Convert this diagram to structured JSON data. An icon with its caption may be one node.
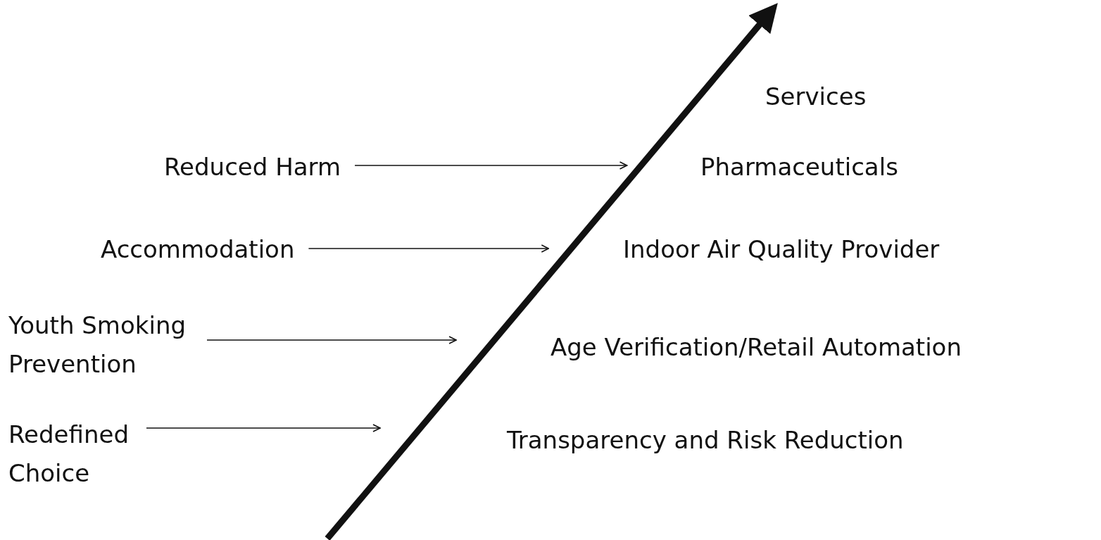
{
  "diagram": {
    "nodes": [
      {
        "text": [
          "Reduced Harm"
        ]
      },
      {
        "text": [
          "Accommodation"
        ]
      },
      {
        "text": [
          "Youth Smoking Prevention"
        ]
      },
      {
        "text": [
          "Redefined Choice"
        ]
      },
      {
        "text": [],
        "shape": "arrow"
      }
    ],
    "edges": [
      {
        "from": 0,
        "to": 4,
        "arrow": "to"
      },
      {
        "from": 1,
        "to": 4,
        "arrow": "to"
      },
      {
        "from": 2,
        "to": 4,
        "arrow": "to"
      },
      {
        "from": 3,
        "to": 4,
        "arrow": "to"
      }
    ],
    "labels": [
      "Services",
      "Pharmaceuticals",
      "Indoor Air Quality Provider",
      "Age Verification/Retail Automation",
      "Transparency and Risk Reduction"
    ]
  }
}
